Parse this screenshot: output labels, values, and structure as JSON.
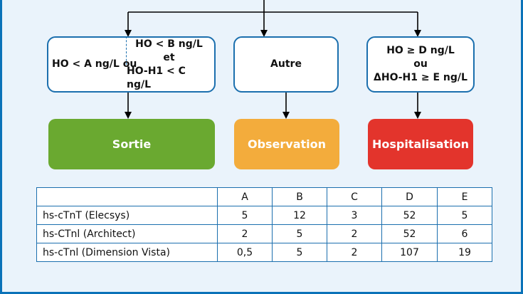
{
  "criteria": {
    "left": {
      "part1": "HO < A ng/L ou",
      "part2_line1": "HO < B ng/L",
      "part2_line2": "et",
      "part2_line3": "HO-H1 < C ng/L"
    },
    "middle": {
      "label": "Autre"
    },
    "right": {
      "line1": "HO ≥ D ng/L",
      "line2": "ou",
      "line3": "ΔHO-H1 ≥ E ng/L"
    }
  },
  "outcomes": [
    {
      "label": "Sortie",
      "color": "#6aa930"
    },
    {
      "label": "Observation",
      "color": "#f3ac3c"
    },
    {
      "label": "Hospitalisation",
      "color": "#e3342c"
    }
  ],
  "colors": {
    "border": "#1b6fae",
    "frame": "#0a72b8",
    "background": "#eaf3fb"
  },
  "table": {
    "headers": [
      "",
      "A",
      "B",
      "C",
      "D",
      "E"
    ],
    "rows": [
      {
        "label": "hs-cTnT (Elecsys)",
        "values": [
          "5",
          "12",
          "3",
          "52",
          "5"
        ]
      },
      {
        "label": "hs-CTnl (Architect)",
        "values": [
          "2",
          "5",
          "2",
          "52",
          "6"
        ]
      },
      {
        "label": "hs-cTnl (Dimension Vista)",
        "values": [
          "0,5",
          "5",
          "2",
          "107",
          "19"
        ]
      }
    ]
  }
}
